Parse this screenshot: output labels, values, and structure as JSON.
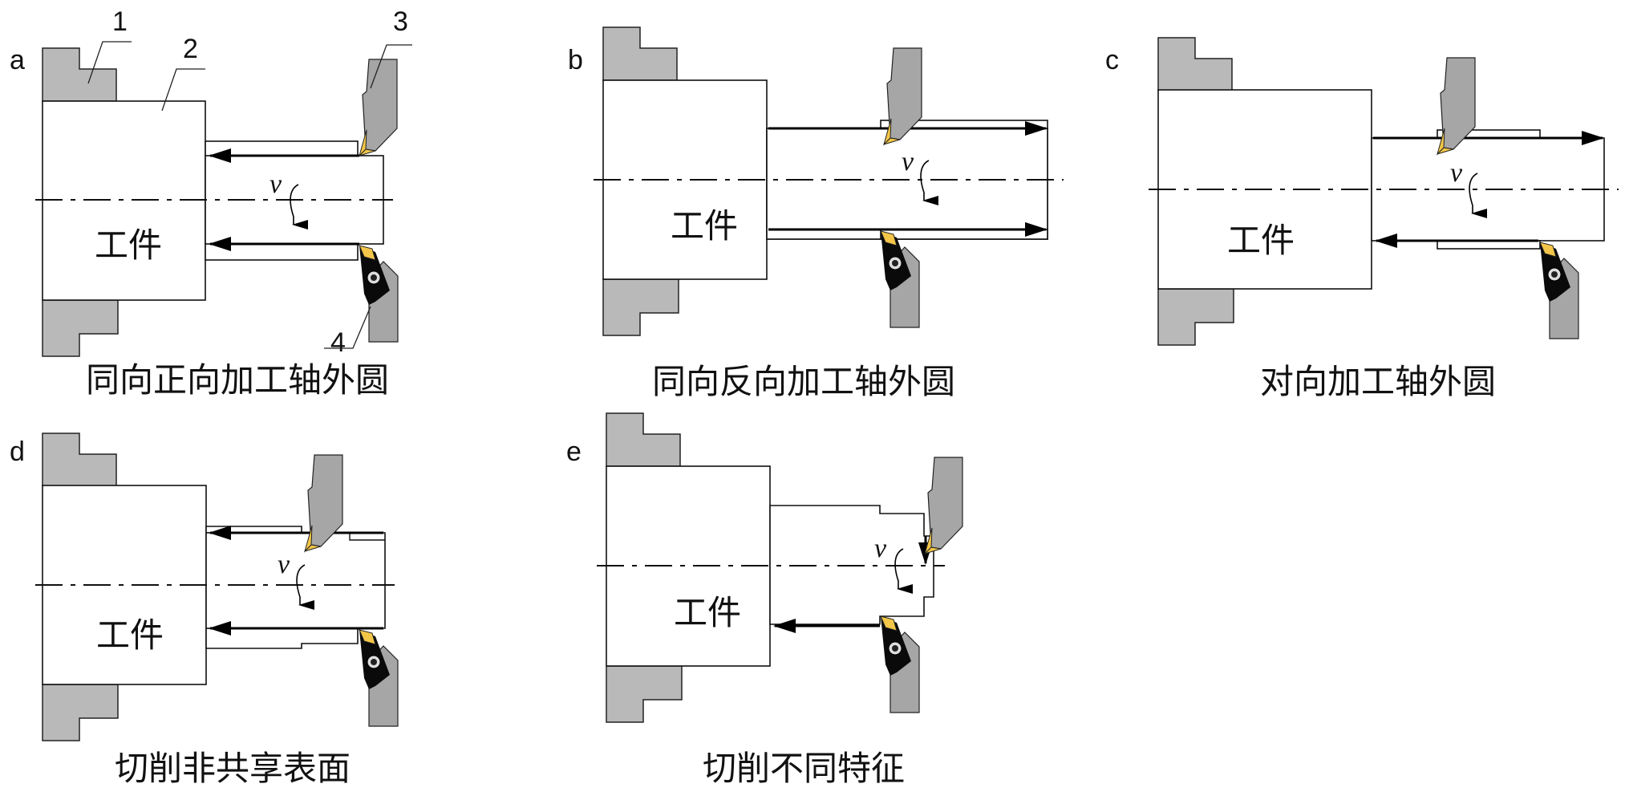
{
  "figure": {
    "workpiece_label": "工件",
    "speed_symbol": "v",
    "callouts": [
      "1",
      "2",
      "3",
      "4"
    ],
    "colors": {
      "chuck": "#b9b9b9",
      "tool_body": "#a6a6a6",
      "insert_tip": "#f3c649",
      "insert_body": "#0a0a0a"
    },
    "panels": [
      {
        "letter": "a",
        "caption": "同向正向加工轴外圆"
      },
      {
        "letter": "b",
        "caption": "同向反向加工轴外圆"
      },
      {
        "letter": "c",
        "caption": "对向加工轴外圆"
      },
      {
        "letter": "d",
        "caption": "切削非共享表面"
      },
      {
        "letter": "e",
        "caption": "切削不同特征"
      }
    ]
  }
}
